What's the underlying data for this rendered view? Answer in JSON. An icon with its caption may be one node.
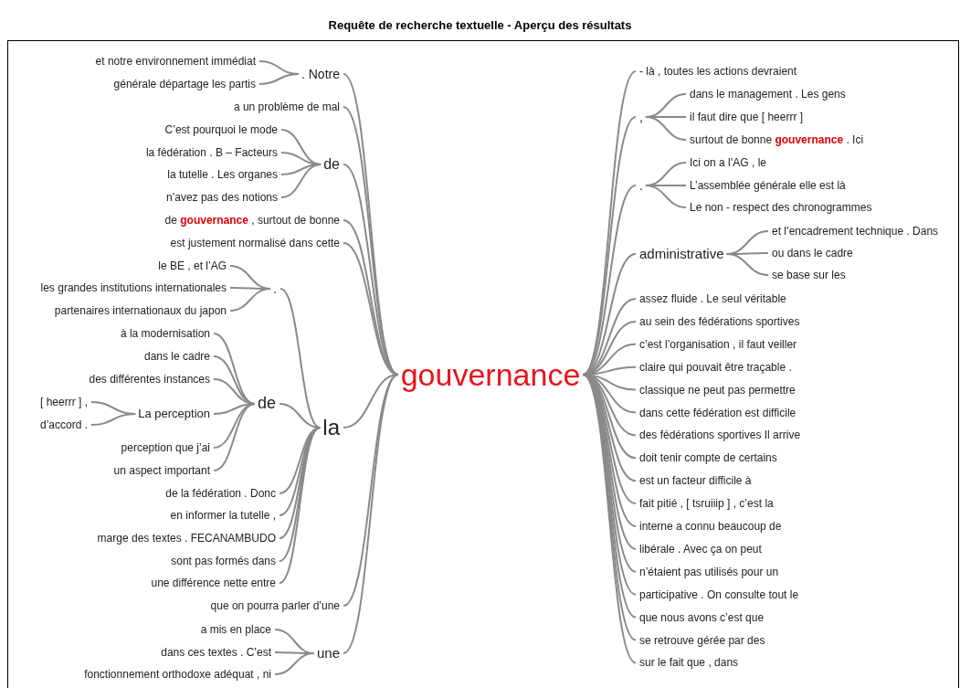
{
  "diagram": {
    "title": "Requête de recherche textuelle - Aperçu des résultats",
    "nodes": [
      {
        "text": [
          "gouvernance"
        ]
      },
      {
        "text": [
          ". Notre"
        ]
      },
      {
        "text": [
          "et notre environnement immédiat"
        ]
      },
      {
        "text": [
          "générale départage les partis"
        ]
      },
      {
        "text": [
          "a un problème de mal"
        ]
      },
      {
        "text": [
          "de"
        ]
      },
      {
        "text": [
          "C’est pourquoi le mode"
        ]
      },
      {
        "text": [
          "la fédération . B – Facteurs"
        ]
      },
      {
        "text": [
          "la tutelle . Les organes"
        ]
      },
      {
        "text": [
          "n’avez pas des notions"
        ]
      },
      {
        "text": [
          "de **gouvernance** , surtout de bonne"
        ]
      },
      {
        "text": [
          "est justement normalisé dans cette"
        ]
      },
      {
        "text": [
          "."
        ]
      },
      {
        "text": [
          "le BE , et l’AG"
        ]
      },
      {
        "text": [
          "les grandes institutions internationales"
        ]
      },
      {
        "text": [
          "partenaires internationaux du japon"
        ]
      },
      {
        "text": [
          "la"
        ]
      },
      {
        "text": [
          "de"
        ]
      },
      {
        "text": [
          "à la modernisation"
        ]
      },
      {
        "text": [
          "dans le cadre"
        ]
      },
      {
        "text": [
          "des différentes instances"
        ]
      },
      {
        "text": [
          "La perception"
        ]
      },
      {
        "text": [
          "[ heerrr ] ,"
        ]
      },
      {
        "text": [
          "d’accord ."
        ]
      },
      {
        "text": [
          "perception que j’ai"
        ]
      },
      {
        "text": [
          "un aspect important"
        ]
      },
      {
        "text": [
          "de la fédération . Donc"
        ]
      },
      {
        "text": [
          "en informer la tutelle ,"
        ]
      },
      {
        "text": [
          "marge des textes . FECANAMBUDO"
        ]
      },
      {
        "text": [
          "sont pas formés dans"
        ]
      },
      {
        "text": [
          "une différence nette entre"
        ]
      },
      {
        "text": [
          "que on pourra parler d’une"
        ]
      },
      {
        "text": [
          "une"
        ]
      },
      {
        "text": [
          "a mis en place"
        ]
      },
      {
        "text": [
          "dans ces textes . C’est"
        ]
      },
      {
        "text": [
          "fonctionnement orthodoxe adéquat , ni"
        ]
      },
      {
        "text": [
          "- là , toutes les actions devraient"
        ]
      },
      {
        "text": [
          ","
        ]
      },
      {
        "text": [
          "dans le management . Les gens"
        ]
      },
      {
        "text": [
          "il faut dire que [ heerrr ]"
        ]
      },
      {
        "text": [
          "surtout de bonne **gouvernance** . Ici"
        ]
      },
      {
        "text": [
          "."
        ]
      },
      {
        "text": [
          "Ici on a l’AG , le"
        ]
      },
      {
        "text": [
          "L’assemblée générale elle est là"
        ]
      },
      {
        "text": [
          "Le non - respect des chronogrammes"
        ]
      },
      {
        "text": [
          "administrative"
        ]
      },
      {
        "text": [
          "et l’encadrement technique . Dans"
        ]
      },
      {
        "text": [
          "ou dans le cadre"
        ]
      },
      {
        "text": [
          "se base sur les"
        ]
      },
      {
        "text": [
          "assez fluide . Le seul véritable"
        ]
      },
      {
        "text": [
          "au sein des fédérations sportives"
        ]
      },
      {
        "text": [
          "c’est l’organisation , il faut veiller"
        ]
      },
      {
        "text": [
          "claire qui pouvait être traçable ."
        ]
      },
      {
        "text": [
          "classique ne peut pas permettre"
        ]
      },
      {
        "text": [
          "dans cette fédération est difficile"
        ]
      },
      {
        "text": [
          "des fédérations sportives Il arrive"
        ]
      },
      {
        "text": [
          "doit tenir compte de certains"
        ]
      },
      {
        "text": [
          "est un facteur difficile à"
        ]
      },
      {
        "text": [
          "fait pitié , [ tsruiiip ] , c’est la"
        ]
      },
      {
        "text": [
          "interne a connu beaucoup de"
        ]
      },
      {
        "text": [
          "libérale . Avec ça on peut"
        ]
      },
      {
        "text": [
          "n’étaient pas utilisés pour un"
        ]
      },
      {
        "text": [
          "participative . On consulte tout le"
        ]
      },
      {
        "text": [
          "que nous avons c’est que"
        ]
      },
      {
        "text": [
          "se retrouve gérée par des"
        ]
      },
      {
        "text": [
          "sur le fait que , dans"
        ]
      }
    ],
    "edges": [
      {
        "from": 0,
        "to": 1,
        "arrow": "none"
      },
      {
        "from": 1,
        "to": 2,
        "arrow": "none"
      },
      {
        "from": 1,
        "to": 3,
        "arrow": "none"
      },
      {
        "from": 0,
        "to": 4,
        "arrow": "none"
      },
      {
        "from": 0,
        "to": 5,
        "arrow": "none"
      },
      {
        "from": 5,
        "to": 6,
        "arrow": "none"
      },
      {
        "from": 5,
        "to": 7,
        "arrow": "none"
      },
      {
        "from": 5,
        "to": 8,
        "arrow": "none"
      },
      {
        "from": 5,
        "to": 9,
        "arrow": "none"
      },
      {
        "from": 0,
        "to": 10,
        "arrow": "none"
      },
      {
        "from": 0,
        "to": 11,
        "arrow": "none"
      },
      {
        "from": 0,
        "to": 16,
        "arrow": "none"
      },
      {
        "from": 16,
        "to": 12,
        "arrow": "none"
      },
      {
        "from": 12,
        "to": 13,
        "arrow": "none"
      },
      {
        "from": 12,
        "to": 14,
        "arrow": "none"
      },
      {
        "from": 12,
        "to": 15,
        "arrow": "none"
      },
      {
        "from": 16,
        "to": 17,
        "arrow": "none"
      },
      {
        "from": 17,
        "to": 18,
        "arrow": "none"
      },
      {
        "from": 17,
        "to": 19,
        "arrow": "none"
      },
      {
        "from": 17,
        "to": 20,
        "arrow": "none"
      },
      {
        "from": 17,
        "to": 21,
        "arrow": "none"
      },
      {
        "from": 21,
        "to": 22,
        "arrow": "none"
      },
      {
        "from": 21,
        "to": 23,
        "arrow": "none"
      },
      {
        "from": 17,
        "to": 24,
        "arrow": "none"
      },
      {
        "from": 17,
        "to": 25,
        "arrow": "none"
      },
      {
        "from": 16,
        "to": 26,
        "arrow": "none"
      },
      {
        "from": 16,
        "to": 27,
        "arrow": "none"
      },
      {
        "from": 16,
        "to": 28,
        "arrow": "none"
      },
      {
        "from": 16,
        "to": 29,
        "arrow": "none"
      },
      {
        "from": 16,
        "to": 30,
        "arrow": "none"
      },
      {
        "from": 0,
        "to": 31,
        "arrow": "none"
      },
      {
        "from": 0,
        "to": 32,
        "arrow": "none"
      },
      {
        "from": 32,
        "to": 33,
        "arrow": "none"
      },
      {
        "from": 32,
        "to": 34,
        "arrow": "none"
      },
      {
        "from": 32,
        "to": 35,
        "arrow": "none"
      },
      {
        "from": 0,
        "to": 36,
        "arrow": "none"
      },
      {
        "from": 0,
        "to": 37,
        "arrow": "none"
      },
      {
        "from": 37,
        "to": 38,
        "arrow": "none"
      },
      {
        "from": 37,
        "to": 39,
        "arrow": "none"
      },
      {
        "from": 37,
        "to": 40,
        "arrow": "none"
      },
      {
        "from": 0,
        "to": 41,
        "arrow": "none"
      },
      {
        "from": 41,
        "to": 42,
        "arrow": "none"
      },
      {
        "from": 41,
        "to": 43,
        "arrow": "none"
      },
      {
        "from": 41,
        "to": 44,
        "arrow": "none"
      },
      {
        "from": 0,
        "to": 45,
        "arrow": "none"
      },
      {
        "from": 45,
        "to": 46,
        "arrow": "none"
      },
      {
        "from": 45,
        "to": 47,
        "arrow": "none"
      },
      {
        "from": 45,
        "to": 48,
        "arrow": "none"
      },
      {
        "from": 0,
        "to": 49,
        "arrow": "none"
      },
      {
        "from": 0,
        "to": 50,
        "arrow": "none"
      },
      {
        "from": 0,
        "to": 51,
        "arrow": "none"
      },
      {
        "from": 0,
        "to": 52,
        "arrow": "none"
      },
      {
        "from": 0,
        "to": 53,
        "arrow": "none"
      },
      {
        "from": 0,
        "to": 54,
        "arrow": "none"
      },
      {
        "from": 0,
        "to": 55,
        "arrow": "none"
      },
      {
        "from": 0,
        "to": 56,
        "arrow": "none"
      },
      {
        "from": 0,
        "to": 57,
        "arrow": "none"
      },
      {
        "from": 0,
        "to": 58,
        "arrow": "none"
      },
      {
        "from": 0,
        "to": 59,
        "arrow": "none"
      },
      {
        "from": 0,
        "to": 60,
        "arrow": "none"
      },
      {
        "from": 0,
        "to": 61,
        "arrow": "none"
      },
      {
        "from": 0,
        "to": 62,
        "arrow": "none"
      },
      {
        "from": 0,
        "to": 63,
        "arrow": "none"
      },
      {
        "from": 0,
        "to": 64,
        "arrow": "none"
      },
      {
        "from": 0,
        "to": 65,
        "arrow": "none"
      }
    ]
  }
}
